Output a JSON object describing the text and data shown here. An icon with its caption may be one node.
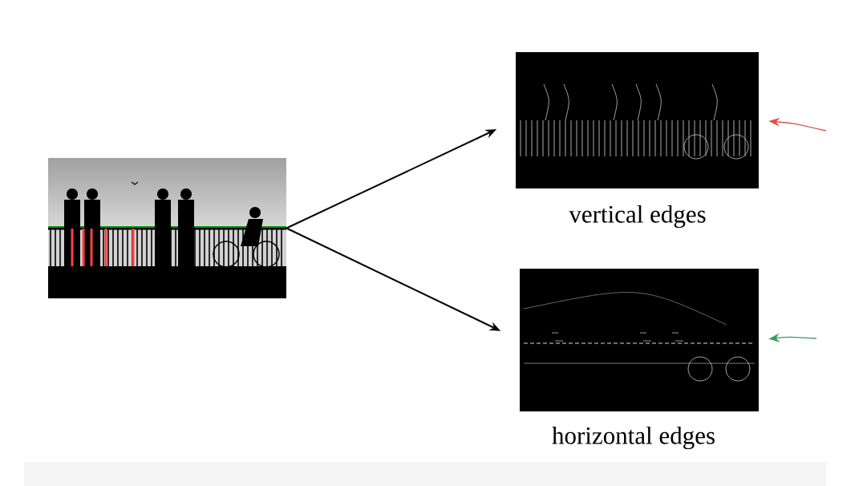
{
  "diagram": {
    "nodes": [
      {
        "text": [],
        "shape": "picture"
      },
      {
        "text": [],
        "shape": "picture",
        "beside": [
          "vertical edges"
        ]
      },
      {
        "text": [],
        "shape": "picture",
        "beside": [
          "horizontal edges"
        ]
      }
    ],
    "edges": [
      {
        "from": 0,
        "to": 1,
        "arrow": "to"
      },
      {
        "from": 0,
        "to": 2,
        "arrow": "to"
      },
      {
        "from": null,
        "to": 1,
        "arrow": "to",
        "color": "#d9534f"
      },
      {
        "from": null,
        "to": 2,
        "arrow": "to",
        "color": "#3c9a5c"
      }
    ]
  }
}
